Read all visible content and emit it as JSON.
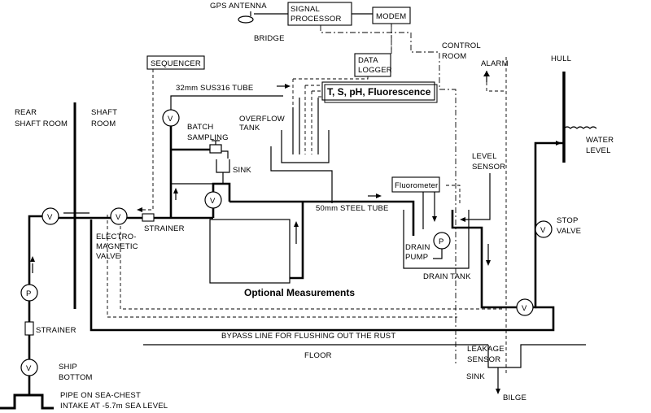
{
  "labels": {
    "gps_antenna": "GPS ANTENNA",
    "signal_processor_1": "SIGNAL",
    "signal_processor_2": "PROCESSOR",
    "modem": "MODEM",
    "bridge": "BRIDGE",
    "control_room_1": "CONTROL",
    "control_room_2": "ROOM",
    "data_logger_1": "DATA",
    "data_logger_2": "LOGGER",
    "alarm": "ALARM",
    "hull": "HULL",
    "sequencer": "SEQUENCER",
    "tube_32mm": "32mm SUS316 TUBE",
    "sensors_box": "T, S, pH, Fluorescence",
    "rear_shaft_room_1": "REAR",
    "rear_shaft_room_2": "SHAFT ROOM",
    "shaft_room_1": "SHAFT",
    "shaft_room_2": "ROOM",
    "batch_sampling_1": "BATCH",
    "batch_sampling_2": "SAMPLING",
    "overflow_tank_1": "OVERFLOW",
    "overflow_tank_2": "TANK",
    "water_level_1": "WATER",
    "water_level_2": "LEVEL",
    "level_sensor_1": "LEVEL",
    "level_sensor_2": "SENSOR",
    "sink": "SINK",
    "fluorometer": "Fluorometer",
    "steel_tube": "50mm STEEL TUBE",
    "strainer_top": "STRAINER",
    "electro_valve_1": "ELECTRO-",
    "electro_valve_2": "MAGNETIC",
    "electro_valve_3": "VALVE",
    "stop_valve_1": "STOP",
    "stop_valve_2": "VALVE",
    "drain_pump_1": "DRAIN",
    "drain_pump_2": "PUMP",
    "drain_tank": "DRAIN TANK",
    "optional_measurements": "Optional Measurements",
    "strainer_bottom": "STRAINER",
    "bypass_line": "BYPASS LINE FOR FLUSHING OUT THE RUST",
    "floor": "FLOOR",
    "leakage_sensor_1": "LEAKAGE",
    "leakage_sensor_2": "SENSOR",
    "ship_bottom_1": "SHIP",
    "ship_bottom_2": "BOTTOM",
    "sink_bottom": "SINK",
    "bilge": "BILGE",
    "pipe_sea_chest_1": "PIPE  ON SEA-CHEST",
    "pipe_sea_chest_2": "INTAKE AT -5.7m SEA LEVEL"
  },
  "symbols": {
    "valve": "V",
    "pump": "P"
  }
}
